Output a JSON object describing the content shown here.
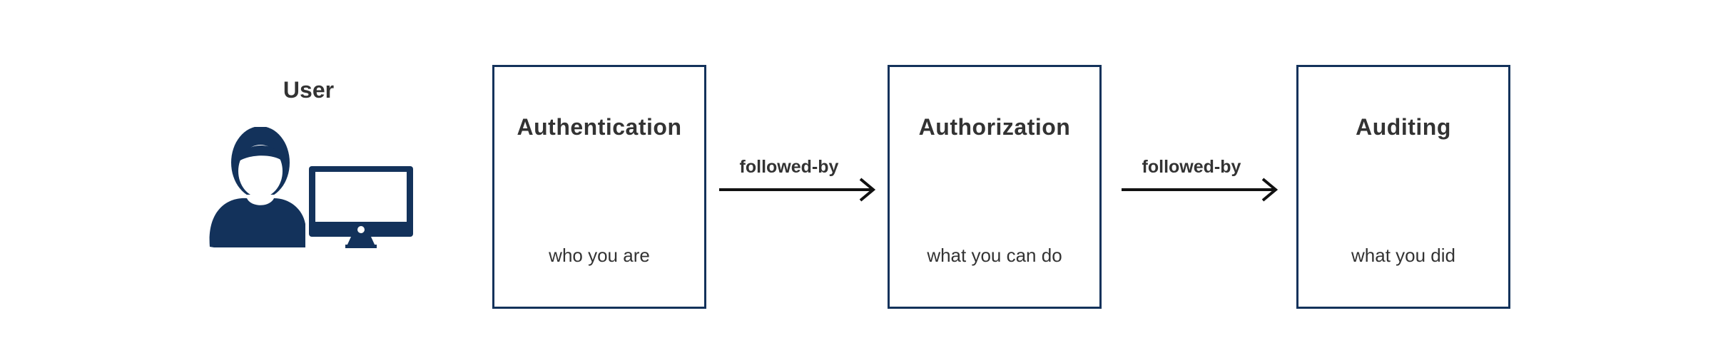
{
  "user": {
    "label": "User",
    "icon": "user-at-computer-icon",
    "icon_color": "#13325b"
  },
  "boxes": [
    {
      "title": "Authentication",
      "subtitle": "who you are"
    },
    {
      "title": "Authorization",
      "subtitle": "what you can do"
    },
    {
      "title": "Auditing",
      "subtitle": "what you did"
    }
  ],
  "connectors": [
    {
      "label": "followed-by"
    },
    {
      "label": "followed-by"
    }
  ],
  "colors": {
    "box_border": "#13325b",
    "text": "#333333",
    "arrow": "#111111"
  }
}
